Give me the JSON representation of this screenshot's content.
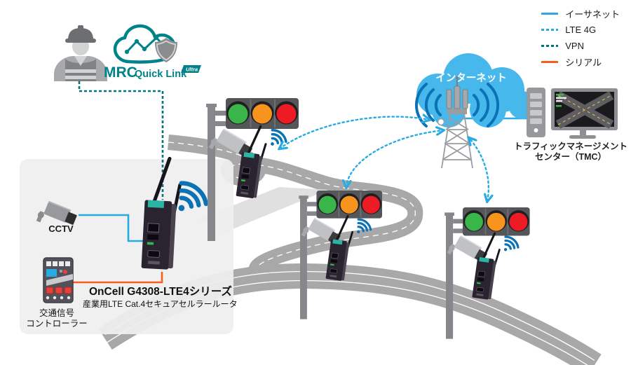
{
  "legend": {
    "items": [
      {
        "label": "イーサネット",
        "style": "solid",
        "color": "#29ABE2"
      },
      {
        "label": "LTE 4G",
        "style": "dashed",
        "color": "#29ABE2"
      },
      {
        "label": "VPN",
        "style": "dashed",
        "color": "#00767C"
      },
      {
        "label": "シリアル",
        "style": "solid",
        "color": "#F4611E"
      }
    ]
  },
  "logo": {
    "brand": "MRC",
    "product": "Quick Link",
    "badge": "Ultra"
  },
  "internet": {
    "label": "インターネット"
  },
  "tmc": {
    "line1": "トラフィックマネージメント",
    "line2": "センター（TMC）"
  },
  "panel": {
    "cctv_label": "CCTV",
    "controller_line1": "交通信号",
    "controller_line2": "コントローラー",
    "product_title": "OnCell G4308-LTE4シリーズ",
    "product_subtitle": "産業用LTE Cat.4セキュアセルラールータ"
  },
  "colors": {
    "ethernet": "#29ABE2",
    "lte": "#29ABE2",
    "vpn": "#00767C",
    "serial": "#F4611E",
    "cloud": "#47B8EB",
    "wifi_wave": "#0B72B5",
    "road": "#A8A8A8",
    "panel_bg": "#EFEFEF",
    "signal_green": "#3AB54A",
    "signal_orange": "#F7941E",
    "signal_red": "#EC1B24",
    "brand_teal": "#00828A",
    "device_dark": "#2A2431"
  }
}
